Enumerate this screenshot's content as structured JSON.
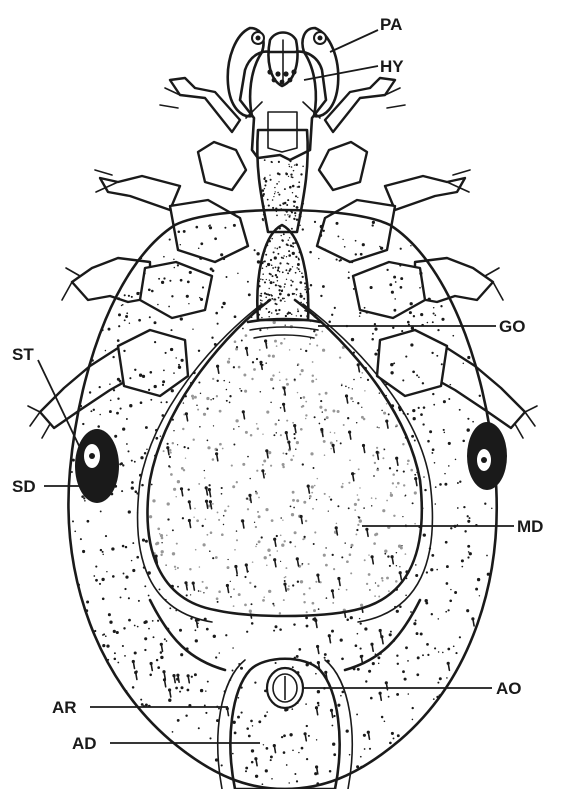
{
  "diagram": {
    "labels": {
      "pa": "PA",
      "hy": "HY",
      "go": "GO",
      "st": "ST",
      "sd": "SD",
      "md": "MD",
      "ao": "AO",
      "ar": "AR",
      "ad": "AD"
    },
    "colors": {
      "ink": "#1a1a1a",
      "background": "#ffffff"
    }
  }
}
